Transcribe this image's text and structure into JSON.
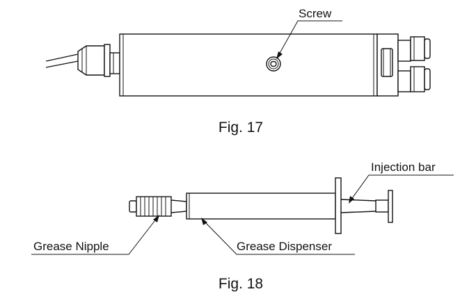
{
  "figures": [
    {
      "caption": "Fig. 17",
      "callouts": {
        "screw": "Screw"
      }
    },
    {
      "caption": "Fig. 18",
      "callouts": {
        "injection_bar": "Injection bar",
        "grease_nipple": "Grease Nipple",
        "grease_dispenser": "Grease Dispenser"
      }
    }
  ]
}
